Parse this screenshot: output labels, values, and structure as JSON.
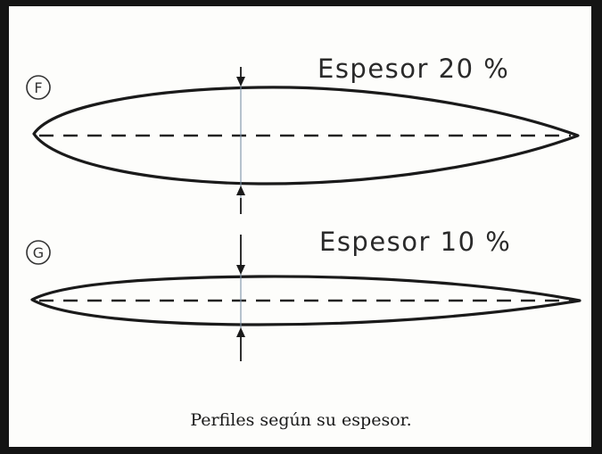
{
  "profiles": [
    {
      "letter": "F",
      "title": "Espesor 20 %"
    },
    {
      "letter": "G",
      "title": "Espesor 10 %"
    }
  ],
  "caption": "Perfiles según su espesor."
}
